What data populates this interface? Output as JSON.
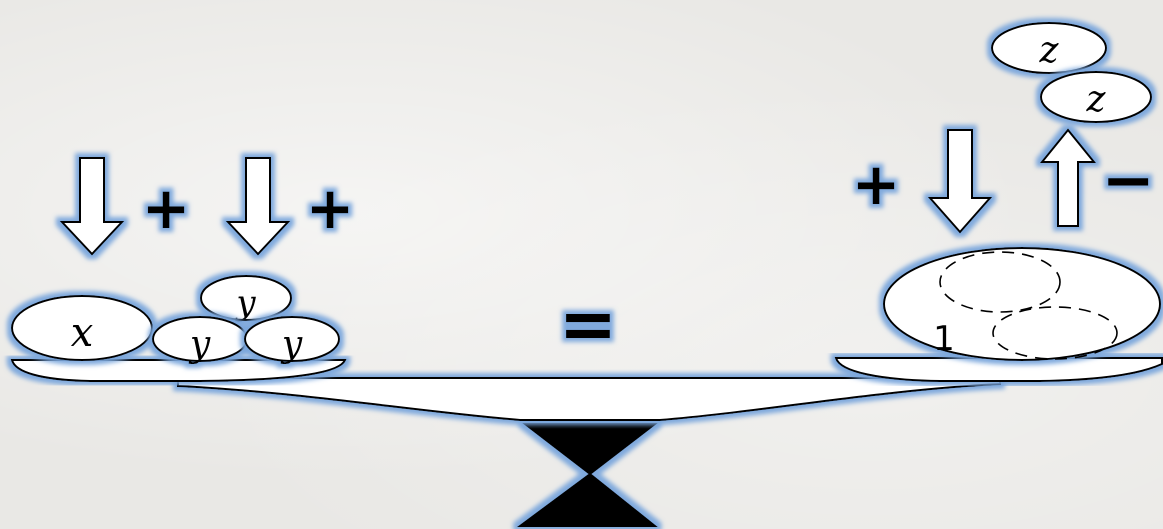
{
  "left_pan": {
    "balls": [
      {
        "id": "x",
        "label": "x"
      },
      {
        "id": "y1",
        "label": "y"
      },
      {
        "id": "y2",
        "label": "y"
      },
      {
        "id": "y3",
        "label": "y"
      }
    ],
    "operators": [
      {
        "id": "plus-1",
        "symbol": "+"
      },
      {
        "id": "plus-2",
        "symbol": "+"
      }
    ]
  },
  "equals_sign": "=",
  "right_pan": {
    "ball_label": "1",
    "floating_balls": [
      {
        "id": "z1",
        "label": "z"
      },
      {
        "id": "z2",
        "label": "z"
      }
    ],
    "operators": [
      {
        "id": "plus",
        "symbol": "+"
      },
      {
        "id": "minus",
        "symbol": "−"
      }
    ]
  },
  "colors": {
    "glow": "#7aa6dc",
    "outline": "#000000",
    "fill": "#ffffff",
    "fulcrum": "#000000",
    "background": "#e9e8e5"
  }
}
